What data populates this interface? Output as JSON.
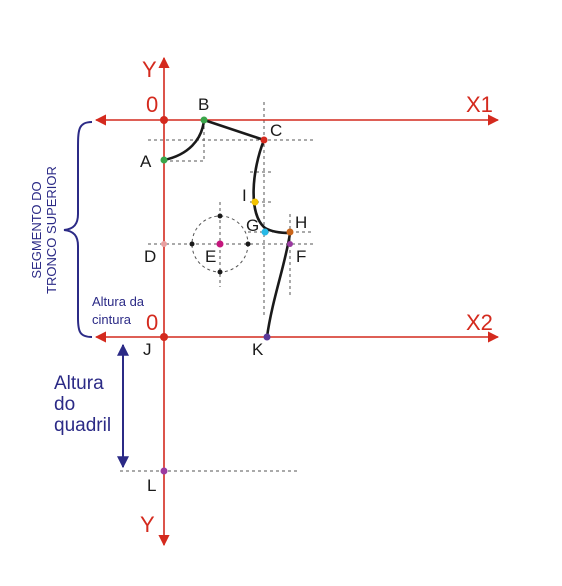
{
  "axes": {
    "y_top": "Y",
    "y_bottom": "Y",
    "x1": "X1",
    "x2": "X2",
    "origin_top": "0",
    "origin_bottom": "0"
  },
  "points": {
    "A": "A",
    "B": "B",
    "C": "C",
    "D": "D",
    "E": "E",
    "F": "F",
    "G": "G",
    "H": "H",
    "I": "I",
    "J": "J",
    "K": "K",
    "L": "L"
  },
  "labels": {
    "segment_line1": "SEGMENTO DO",
    "segment_line2": "TRONCO SUPERIOR",
    "waist_line1": "Altura da",
    "waist_line2": "cintura",
    "hip_line1": "Altura",
    "hip_line2": "do",
    "hip_line3": "quadril"
  },
  "colors": {
    "axis": "#d42a1e",
    "guide": "#2b2a86",
    "curve": "#1a1a1a",
    "dashed": "#555555",
    "point_A": "#3aa64a",
    "point_B": "#3aa64a",
    "point_C": "#d42a1e",
    "point_I": "#f2c200",
    "point_G": "#27b9e6",
    "point_H": "#c9651a",
    "point_F": "#9a3aa0",
    "point_E": "#c4177d",
    "point_D": "#e8a0a0",
    "point_K": "#5b3a99",
    "point_L": "#9a3aa0"
  }
}
